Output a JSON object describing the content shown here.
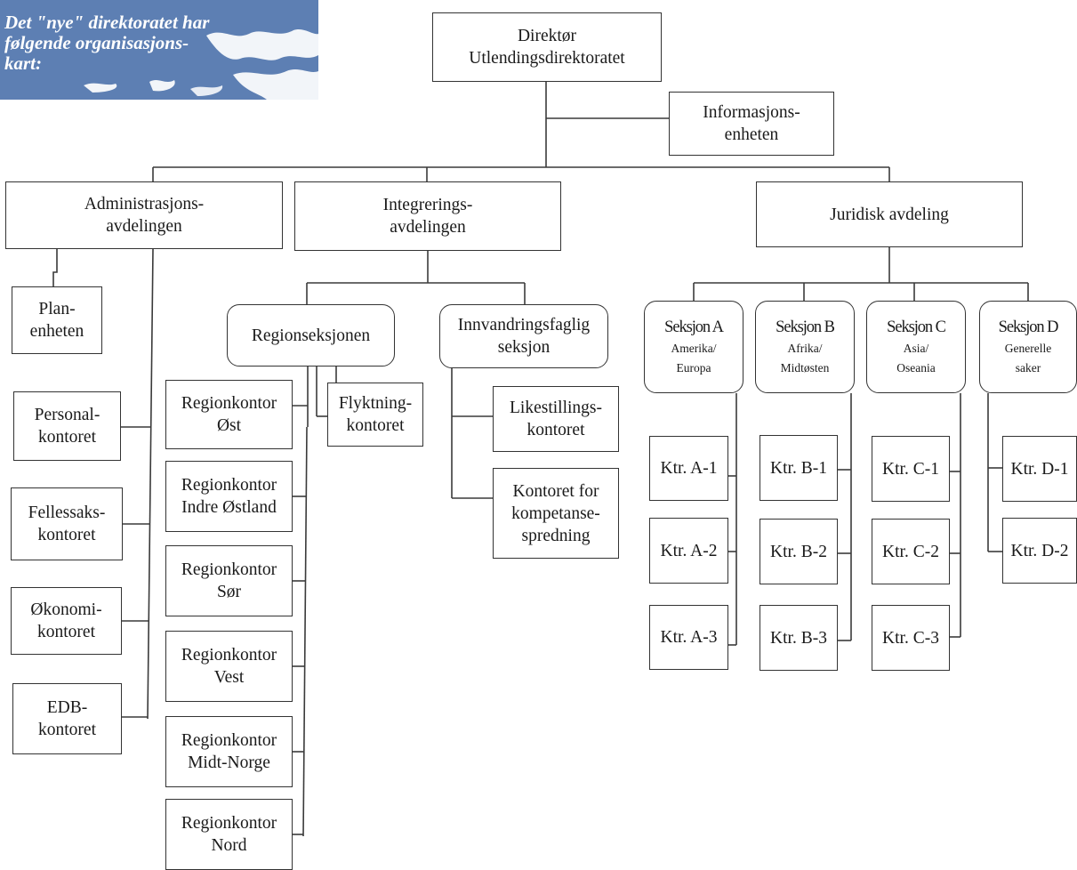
{
  "banner": {
    "line1": "Det \"nye\" direktoratet har",
    "line2": "følgende organisasjons-",
    "line3": "kart:",
    "color": "#5d7fb3"
  },
  "nodes": {
    "direktor": {
      "l1": "Direktør",
      "l2": "Utlendingsdirektoratet"
    },
    "informasjon": {
      "l1": "Informasjons-",
      "l2": "enheten"
    },
    "administrasjon": {
      "l1": "Administrasjons-",
      "l2": "avdelingen"
    },
    "integrering": {
      "l1": "Integrerings-",
      "l2": "avdelingen"
    },
    "juridisk": {
      "l1": "Juridisk avdeling"
    },
    "plan": {
      "l1": "Plan-",
      "l2": "enheten"
    },
    "personal": {
      "l1": "Personal-",
      "l2": "kontoret"
    },
    "fellessaks": {
      "l1": "Fellessaks-",
      "l2": "kontoret"
    },
    "okonomi": {
      "l1": "Økonomi-",
      "l2": "kontoret"
    },
    "edb": {
      "l1": "EDB-",
      "l2": "kontoret"
    },
    "regionseksjonen": {
      "l1": "Regionseksjonen"
    },
    "innvandring": {
      "l1": "Innvandringsfaglig",
      "l2": "seksjon"
    },
    "rk_ost": {
      "l1": "Regionkontor",
      "l2": "Øst"
    },
    "rk_indre": {
      "l1": "Regionkontor",
      "l2": "Indre Østland"
    },
    "rk_sor": {
      "l1": "Regionkontor",
      "l2": "Sør"
    },
    "rk_vest": {
      "l1": "Regionkontor",
      "l2": "Vest"
    },
    "rk_midt": {
      "l1": "Regionkontor",
      "l2": "Midt-Norge"
    },
    "rk_nord": {
      "l1": "Regionkontor",
      "l2": "Nord"
    },
    "flyktning": {
      "l1": "Flyktning-",
      "l2": "kontoret"
    },
    "likestilling": {
      "l1": "Likestillings-",
      "l2": "kontoret"
    },
    "kompetanse": {
      "l1": "Kontoret for",
      "l2": "kompetanse-",
      "l3": "spredning"
    },
    "seksjon_a": {
      "l1": "Seksjon A",
      "l2": "Amerika/",
      "l3": "Europa"
    },
    "seksjon_b": {
      "l1": "Seksjon B",
      "l2": "Afrika/",
      "l3": "Midtøsten"
    },
    "seksjon_c": {
      "l1": "Seksjon C",
      "l2": "Asia/",
      "l3": "Oseania"
    },
    "seksjon_d": {
      "l1": "Seksjon D",
      "l2": "Generelle",
      "l3": "saker"
    },
    "ktr_a1": {
      "l1": "Ktr. A-1"
    },
    "ktr_a2": {
      "l1": "Ktr. A-2"
    },
    "ktr_a3": {
      "l1": "Ktr. A-3"
    },
    "ktr_b1": {
      "l1": "Ktr. B-1"
    },
    "ktr_b2": {
      "l1": "Ktr. B-2"
    },
    "ktr_b3": {
      "l1": "Ktr. B-3"
    },
    "ktr_c1": {
      "l1": "Ktr. C-1"
    },
    "ktr_c2": {
      "l1": "Ktr. C-2"
    },
    "ktr_c3": {
      "l1": "Ktr. C-3"
    },
    "ktr_d1": {
      "l1": "Ktr. D-1"
    },
    "ktr_d2": {
      "l1": "Ktr. D-2"
    }
  }
}
